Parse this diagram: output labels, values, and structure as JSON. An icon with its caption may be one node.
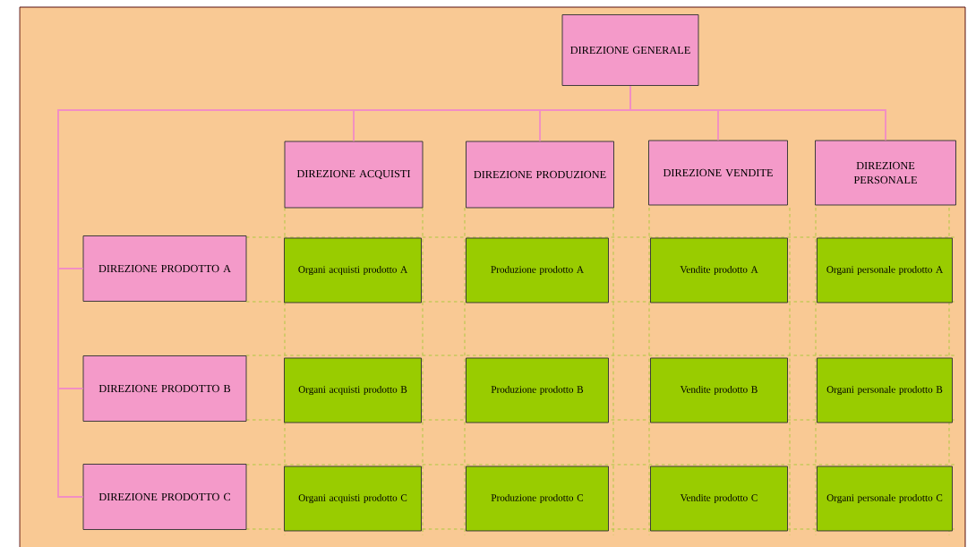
{
  "diagram": {
    "nodes": [
      {
        "text": [
          "DIREZIONE GENERALE"
        ]
      },
      {
        "text": [
          "DIREZIONE ACQUISTI"
        ]
      },
      {
        "text": [
          "DIREZIONE PRODUZIONE"
        ]
      },
      {
        "text": [
          "DIREZIONE VENDITE"
        ]
      },
      {
        "text": [
          "DIREZIONE PERSONALE"
        ]
      },
      {
        "text": [
          "DIREZIONE PRODOTTO A"
        ]
      },
      {
        "text": [
          "Organi acquisti prodotto A"
        ]
      },
      {
        "text": [
          "Produzione prodotto A"
        ]
      },
      {
        "text": [
          "Vendite prodotto A"
        ]
      },
      {
        "text": [
          "Organi personale prodotto A"
        ]
      },
      {
        "text": [
          "DIREZIONE PRODOTTO B"
        ]
      },
      {
        "text": [
          "Organi acquisti prodotto B"
        ]
      },
      {
        "text": [
          "Produzione prodotto B"
        ]
      },
      {
        "text": [
          "Vendite prodotto B"
        ]
      },
      {
        "text": [
          "Organi personale prodotto B"
        ]
      },
      {
        "text": [
          "DIREZIONE PRODOTTO C"
        ]
      },
      {
        "text": [
          "Organi acquisti prodotto C"
        ]
      },
      {
        "text": [
          "Produzione prodotto C"
        ]
      },
      {
        "text": [
          "Vendite prodotto C"
        ]
      },
      {
        "text": [
          "Organi personale prodotto C"
        ]
      }
    ],
    "edges": [
      {
        "from": 0,
        "to": 1,
        "arrow": "none"
      },
      {
        "from": 0,
        "to": 2,
        "arrow": "none"
      },
      {
        "from": 0,
        "to": 3,
        "arrow": "none"
      },
      {
        "from": 0,
        "to": 4,
        "arrow": "none"
      },
      {
        "from": 0,
        "to": 5,
        "arrow": "none"
      },
      {
        "from": 0,
        "to": 10,
        "arrow": "none"
      },
      {
        "from": 0,
        "to": 15,
        "arrow": "none"
      }
    ]
  }
}
